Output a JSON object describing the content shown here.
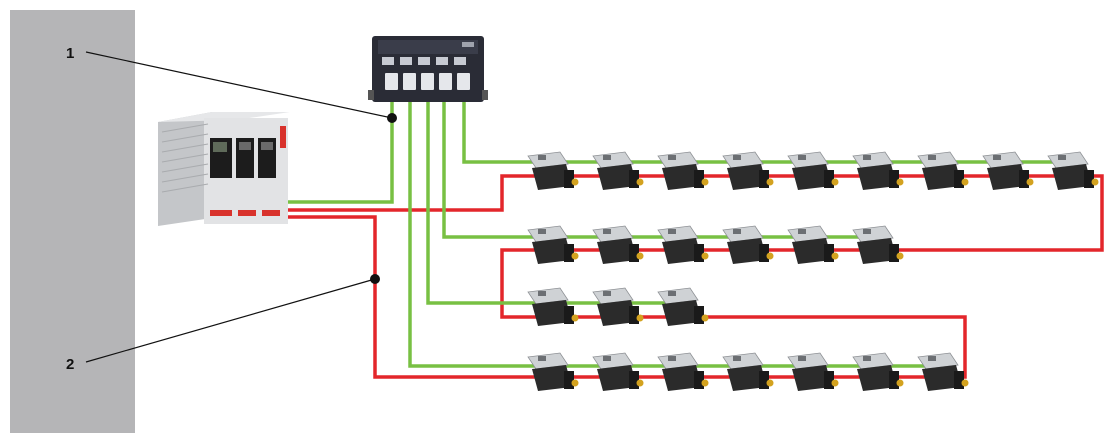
{
  "callouts": [
    {
      "label": "1"
    },
    {
      "label": "2"
    }
  ],
  "colors": {
    "cabinet_panel": "#b5b5b7",
    "network_cable": "#78c043",
    "power_cable": "#e3262b",
    "hub_body": "#2a2c36",
    "drive_body": "#d7d9dc",
    "motor_body": "#2b2b2b"
  },
  "icons": {
    "hub": "network-hub-icon",
    "drive_controller": "drive-controller-icon",
    "servo_motor": "servo-motor-icon"
  },
  "motor_rows": [
    9,
    6,
    3,
    7
  ]
}
